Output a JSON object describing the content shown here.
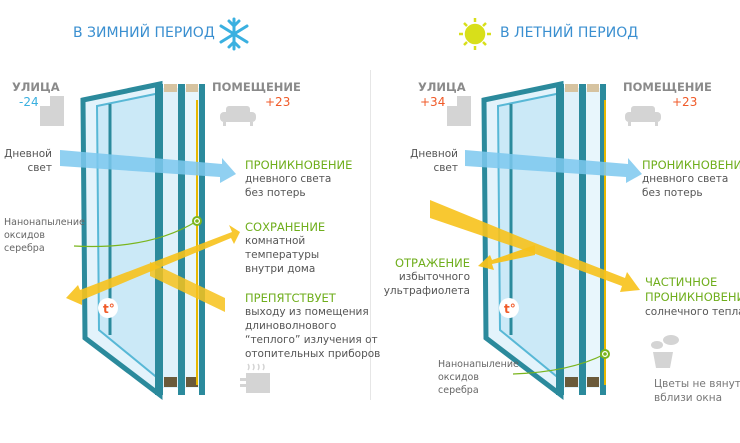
{
  "winter": {
    "title": "В ЗИМНИЙ ПЕРИОД",
    "outside_label": "УЛИЦА",
    "outside_temp": "-24",
    "inside_label": "ПОМЕЩЕНИЕ",
    "inside_temp": "+23",
    "daylight": [
      "Дневной",
      "свет"
    ],
    "coating": [
      "Нанонапыление",
      "оксидов",
      "серебра"
    ],
    "penetration": {
      "head": "ПРОНИКНОВЕНИЕ",
      "lines": [
        "дневного света",
        "без потерь"
      ]
    },
    "retention": {
      "head": "СОХРАНЕНИЕ",
      "lines": [
        "комнатной",
        "температуры",
        "внутри дома"
      ]
    },
    "prevents": {
      "head": "ПРЕПЯТСТВУЕТ",
      "lines": [
        "выходу из помещения",
        "длиноволнового",
        "“теплого” излучения от",
        "отопительных приборов"
      ]
    }
  },
  "summer": {
    "title": "В ЛЕТНИЙ ПЕРИОД",
    "outside_label": "УЛИЦА",
    "outside_temp": "+34",
    "inside_label": "ПОМЕЩЕНИЕ",
    "inside_temp": "+23",
    "daylight": [
      "Дневной",
      "свет"
    ],
    "coating": [
      "Нанонапыление",
      "оксидов",
      "серебра"
    ],
    "penetration": {
      "head": "ПРОНИКНОВЕНИЕ",
      "lines": [
        "дневного света",
        "без потерь"
      ]
    },
    "reflection": {
      "head": "ОТРАЖЕНИЕ",
      "lines": [
        "избыточного",
        "ультрафиолета"
      ]
    },
    "partial": {
      "head": [
        "ЧАСТИЧНОЕ",
        "ПРОНИКНОВЕНИЕ"
      ],
      "lines": [
        "солнечного тепла"
      ]
    },
    "flowers": [
      "Цветы не вянут",
      "вблизи окна"
    ]
  },
  "colors": {
    "title": "#3a8fd0",
    "green": "#6fae1c",
    "cold": "#3ab0e0",
    "warm": "#f05a28",
    "frame": "#2b8a9c",
    "arrow_blue": "#7cc8ee",
    "arrow_yellow": "#f7c21b"
  }
}
